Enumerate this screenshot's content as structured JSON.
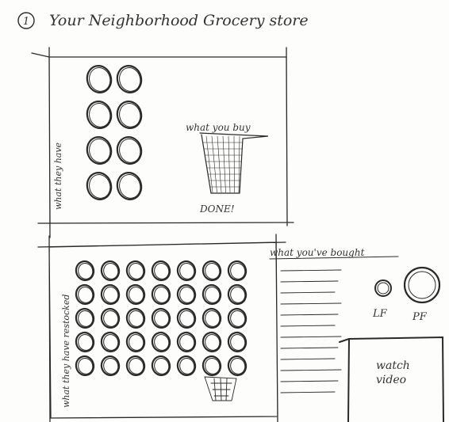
{
  "header": {
    "step_number": "1",
    "title": "Your Neighborhood Grocery store"
  },
  "panel1": {
    "side_label": "what they have",
    "basket_label": "what you buy",
    "done_label": "DONE!",
    "item_count": 8
  },
  "panel2": {
    "side_label": "what they have restocked",
    "item_count": 35,
    "bought_label": "what you've bought",
    "lf_label": "LF",
    "pf_label": "PF",
    "watch_video_line1": "watch",
    "watch_video_line2": "video",
    "bought_list_lines": 12
  },
  "colors": {
    "ink": "#2a2a2a",
    "paper": "#fdfdfb"
  }
}
